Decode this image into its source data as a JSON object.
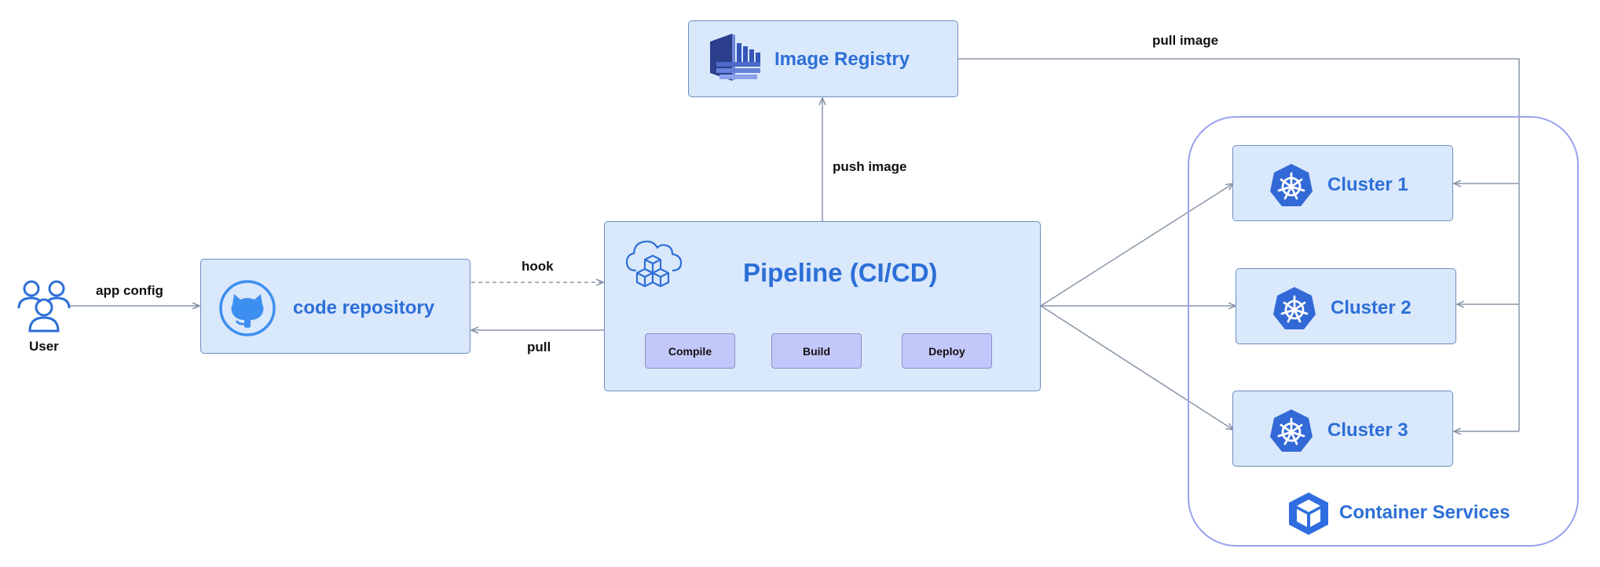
{
  "user": {
    "label": "User"
  },
  "edges": {
    "app_config": "app config",
    "hook": "hook",
    "pull": "pull",
    "push_image": "push image",
    "pull_image": "pull image"
  },
  "code_repository": {
    "title": "code repository",
    "icon": "github-icon"
  },
  "pipeline": {
    "title": "Pipeline (CI/CD)",
    "icon": "cloud-cubes-icon",
    "stages": [
      "Compile",
      "Build",
      "Deploy"
    ]
  },
  "image_registry": {
    "title": "Image Registry",
    "icon": "registry-icon"
  },
  "container_services": {
    "title": "Container Services",
    "icon": "container-icon",
    "clusters": [
      "Cluster 1",
      "Cluster 2",
      "Cluster 3"
    ]
  },
  "colors": {
    "node_fill": "#dae8fc",
    "node_border": "#6c8ebf",
    "accent_blue": "#2d6fd6",
    "stage_fill": "#c3c8fb",
    "group_border": "#9aa2f0",
    "edge": "#8a96a8"
  }
}
